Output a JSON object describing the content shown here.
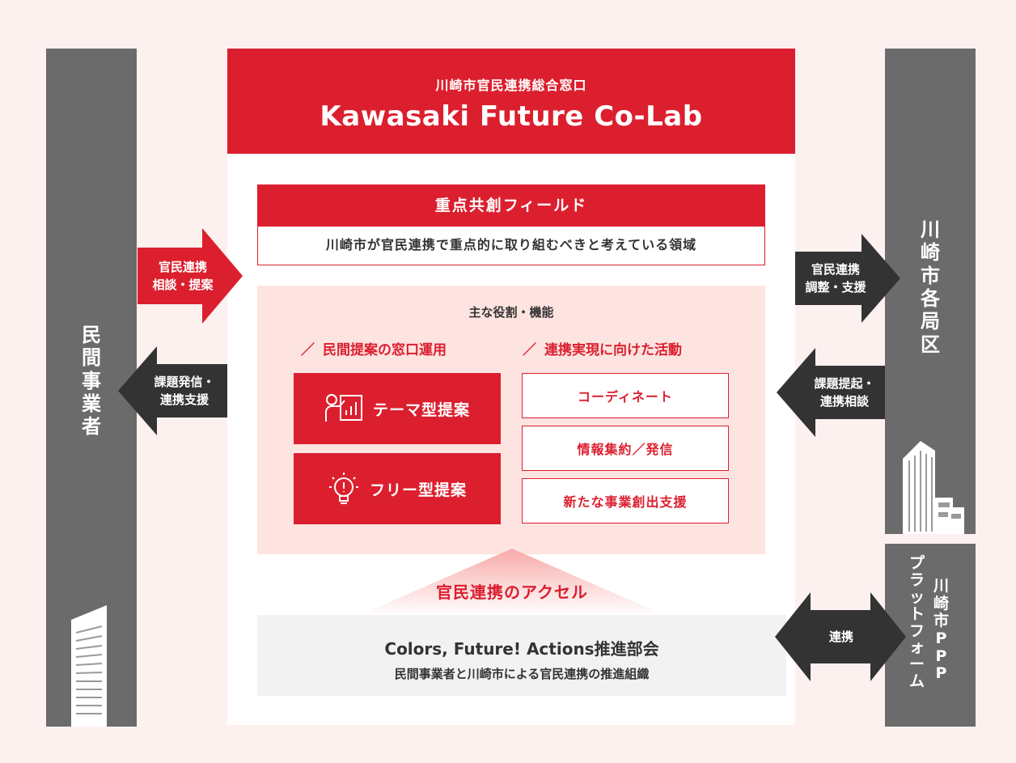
{
  "header": {
    "subtitle": "川崎市官民連携総合窓口",
    "title": "Kawasaki Future Co-Lab"
  },
  "left_column": {
    "label": [
      "民",
      "間",
      "事",
      "業",
      "者"
    ]
  },
  "right_column": {
    "label": [
      "川",
      "崎",
      "市",
      "各",
      "局",
      "区"
    ]
  },
  "ppp_column": {
    "col1": [
      "川",
      "崎",
      "市",
      "P",
      "P",
      "P"
    ],
    "col2": [
      "プ",
      "ラ",
      "ッ",
      "ト",
      "フ",
      "ォ",
      "ー",
      "ム"
    ]
  },
  "arrows": {
    "left_in": [
      "官民連携",
      "相談・提案"
    ],
    "left_out": [
      "課題発信・",
      "連携支援"
    ],
    "right_out": [
      "官民連携",
      "調整・支援"
    ],
    "right_in": [
      "課題提起・",
      "連携相談"
    ],
    "ppp": "連携"
  },
  "field": {
    "heading": "重点共創フィールド",
    "description": "川崎市が官民連携で重点的に取り組むべきと考えている領域"
  },
  "roles": {
    "title": "主な役割・機能",
    "slash": "／",
    "left_head": "民間提案の窓口運用",
    "right_head": "連携実現に向けた活動",
    "theme_proposal": "テーマ型提案",
    "free_proposal": "フリー型提案",
    "activities": [
      "コーディネート",
      "情報集約／発信",
      "新たな事業創出支援"
    ]
  },
  "accel": "官民連携のアクセル",
  "cfa": {
    "title": "Colors, Future! Actions推進部会",
    "description": "民間事業者と川崎市による官民連携の推進組織"
  },
  "colors": {
    "red": "#dc1f2e",
    "gray": "#6b6b6b",
    "dark": "#333333",
    "pink": "#fde4e1",
    "bg": "#fdf1f0"
  }
}
